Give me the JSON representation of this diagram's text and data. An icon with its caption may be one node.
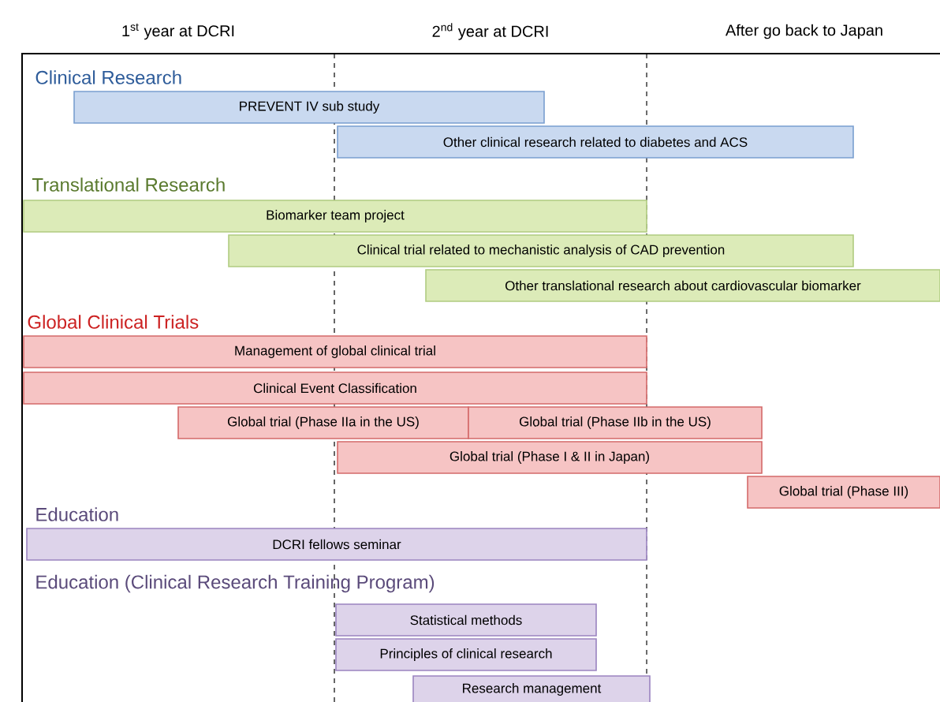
{
  "diagram": {
    "nodes": [
      {
        "text": [
          "PREVENT IV sub study"
        ]
      },
      {
        "text": [
          "Other clinical research related to diabetes and ACS"
        ]
      },
      {
        "text": [
          "Biomarker team project"
        ]
      },
      {
        "text": [
          "Clinical trial related to mechanistic analysis of CAD prevention"
        ]
      },
      {
        "text": [
          "Other translational research  about cardiovascular biomarker"
        ]
      },
      {
        "text": [
          "Management of global clinical trial"
        ]
      },
      {
        "text": [
          "Clinical Event Classification"
        ]
      },
      {
        "text": [
          "Global trial (Phase IIa in the US)"
        ]
      },
      {
        "text": [
          "Global trial (Phase IIb in the US)"
        ]
      },
      {
        "text": [
          "Global trial (Phase I & II in Japan)"
        ]
      },
      {
        "text": [
          "Global trial (Phase III)"
        ]
      },
      {
        "text": [
          "DCRI fellows seminar"
        ]
      },
      {
        "text": [
          "Statistical methods"
        ]
      },
      {
        "text": [
          "Principles of clinical research"
        ]
      },
      {
        "text": [
          "Research management"
        ]
      }
    ],
    "labels": [
      "1$^{st}$ year at DCRI",
      "2$^{nd}$ year at DCRI",
      "After go back to Japan",
      "Clinical Research",
      "Translational Research",
      "Global Clinical Trials",
      "Education",
      "Education (Clinical Research Training Program)"
    ]
  }
}
